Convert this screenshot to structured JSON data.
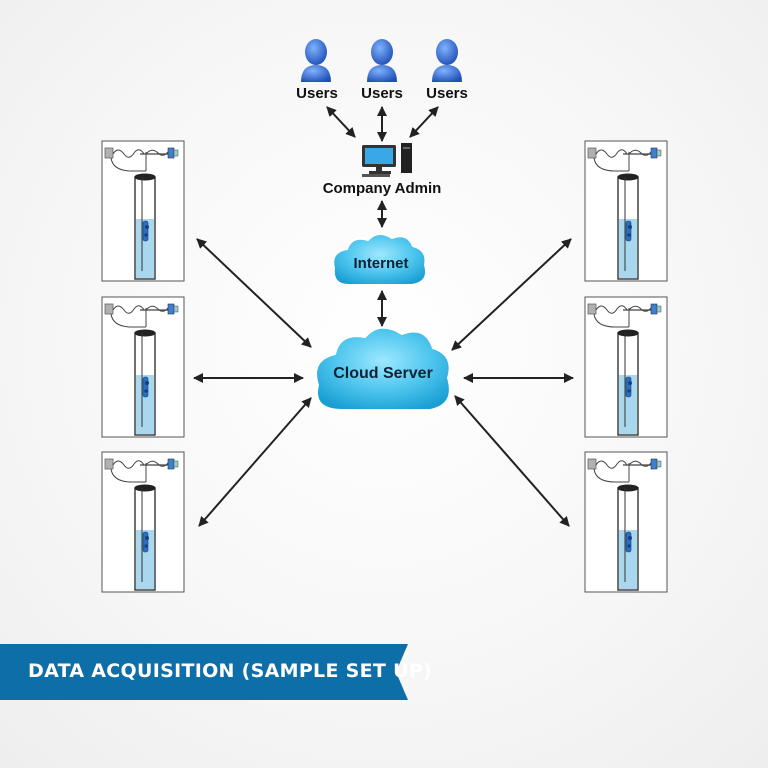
{
  "nodes": {
    "users": [
      "Users",
      "Users",
      "Users"
    ],
    "admin": "Company Admin",
    "internet": "Internet",
    "cloud_server": "Cloud Server"
  },
  "sites": {
    "left_count": 3,
    "right_count": 3
  },
  "colors": {
    "user_blue": "#2f6fd6",
    "cloud_cyan": "#3fc2ec",
    "water_blue": "#a9d8ee",
    "banner_blue": "#0e6ea8",
    "arrow": "#222222"
  },
  "banner": {
    "text": "DATA ACQUISITION (SAMPLE SET UP)"
  }
}
